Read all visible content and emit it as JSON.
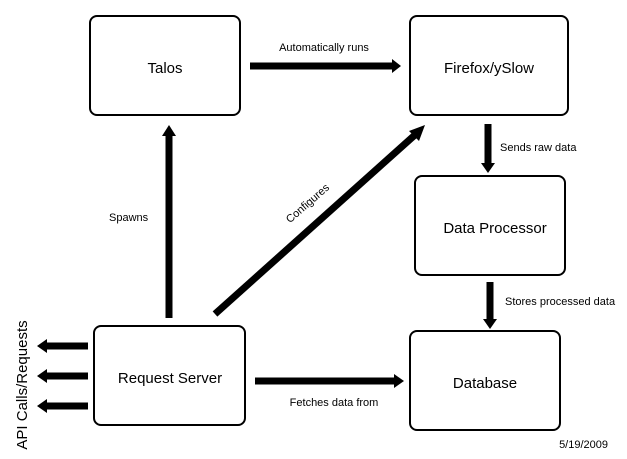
{
  "nodes": {
    "talos": "Talos",
    "firefox": "Firefox/ySlow",
    "data_processor": "Data Processor",
    "request_server": "Request Server",
    "database": "Database"
  },
  "edges": {
    "automatically_runs": "Automatically runs",
    "sends_raw_data": "Sends raw data",
    "spawns": "Spawns",
    "configures": "Configures",
    "stores_processed_data": "Stores processed data",
    "fetches_data_from": "Fetches data from"
  },
  "side_label": "API Calls/Requests",
  "date": "5/19/2009"
}
